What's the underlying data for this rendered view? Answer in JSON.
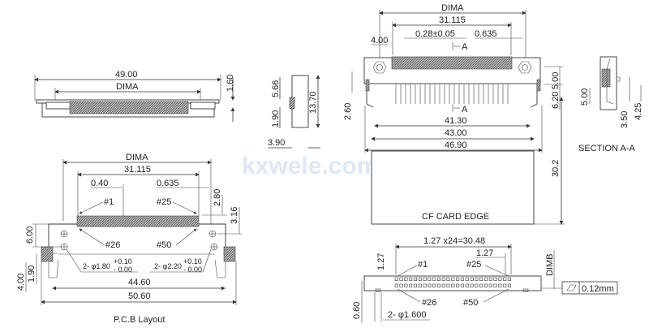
{
  "watermark": "kxwele.com",
  "front_view": {
    "overall": "49.00",
    "dima": "DIMA",
    "height": "1.60"
  },
  "side_view": {
    "upper": "5.66",
    "lower": "1.90",
    "height": "13.70",
    "depth": "3.90"
  },
  "pcb_layout": {
    "title": "P.C.B Layout",
    "dima": "DIMA",
    "pitch_span": "31.115",
    "pad_width": "0.40",
    "offset": "0.635",
    "pin_1": "#1",
    "pin_25": "#25",
    "pin_26": "#26",
    "pin_50": "#50",
    "dim_280": "2.80",
    "dim_316": "3.16",
    "dim_600": "6.00",
    "dim_400": "4.00",
    "dim_190": "1.90",
    "hole_left": "2- φ1.80",
    "hole_right": "2- φ2.20",
    "tol_plus": "+0.10",
    "tol_minus": "- 0.00",
    "inner_width": "44.60",
    "outer_width": "50.60"
  },
  "top_view": {
    "dima": "DIMA",
    "pitch_span": "31.115",
    "hole_dist": "4.00",
    "pin_width": "0.28±0.05",
    "offset": "0.635",
    "section_mark": "A",
    "dim_500": "5.00",
    "dim_620": "6.20",
    "dim_260": "2.60",
    "w1": "41.30",
    "w2": "43.00",
    "w3": "46.90",
    "card_length": "30.2",
    "card_label": "CF CARD EDGE"
  },
  "section_view": {
    "title": "SECTION A-A",
    "dim_500": "5.00",
    "dim_350": "3.50",
    "dim_425": "4.25"
  },
  "bottom_view": {
    "pitch_total": "1.27 x24=30.48",
    "pitch": "1.27",
    "row_pitch": "1.27",
    "dimb": "DIMB",
    "pin_1": "#1",
    "pin_25": "#25",
    "pin_26": "#26",
    "pin_50": "#50",
    "dim_060": "0.60",
    "peg": "2- φ1.600",
    "flatness": "0.12mm"
  }
}
